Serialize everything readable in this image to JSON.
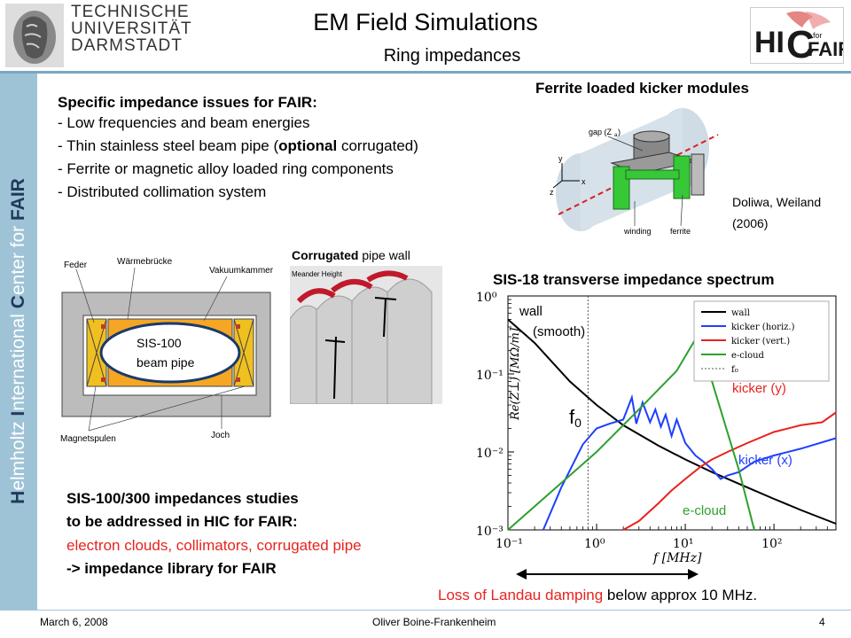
{
  "header": {
    "university": [
      "TECHNISCHE",
      "UNIVERSITÄT",
      "DARMSTADT"
    ],
    "title": "EM Field Simulations",
    "subtitle": "Ring impedances",
    "hic_logo": {
      "h": "HI",
      "c": "C",
      "for": "for",
      "fair": "FAIR"
    }
  },
  "sidebar": {
    "h": "H",
    "elmholtz": "elmholtz ",
    "i": "I",
    "nternational": "nternational ",
    "c": "C",
    "enter_for": "enter for ",
    "fair_logo": "FAIR"
  },
  "issues": {
    "heading": "Specific impedance issues for FAIR:",
    "items": [
      "- Low frequencies and beam energies",
      "- Thin stainless steel beam pipe (",
      "- Ferrite or magnetic alloy loaded ring components",
      "- Distributed collimation system"
    ],
    "item2_bold": "optional",
    "item2_tail": " corrugated)"
  },
  "kicker": {
    "heading": "Ferrite loaded kicker modules",
    "citation_1": "Doliwa, Weiland",
    "citation_2": "(2006)",
    "labels": {
      "gap": "gap (Z",
      "gap_sub": "a",
      "gap_close": ")",
      "winding": "winding",
      "ferrite": "ferrite",
      "x": "x",
      "y": "y",
      "z": "z"
    }
  },
  "pipe": {
    "labels": {
      "feder": "Feder",
      "waermebruecke": "Wärmebrücke",
      "vakuum": "Vakuumkammer",
      "magnetspulen": "Magnetspulen",
      "joch": "Joch"
    },
    "inner_1": "SIS-100",
    "inner_2": "beam pipe"
  },
  "corrugated": {
    "bold": "Corrugated",
    "rest": " pipe wall",
    "meander": "Meander Height"
  },
  "studies": {
    "line1": "SIS-100/300 impedances studies",
    "line2": "to be addressed in HIC for FAIR:",
    "line3": "electron clouds, collimators, corrugated pipe",
    "line4": "-> impedance library for FAIR"
  },
  "landau": {
    "red": "Loss of Landau damping",
    "rest": " below approx 10 MHz."
  },
  "footer": {
    "date": "March 6, 2008",
    "author": "Oliver Boine-Frankenheim",
    "page": "4"
  },
  "chart_data": {
    "type": "line",
    "title": "SIS-18 transverse impedance spectrum",
    "xlabel": "f [MHz]",
    "ylabel": "Re(Z⊥) [MΩ/m]",
    "xscale": "log",
    "yscale": "log",
    "xlim": [
      0.1,
      500
    ],
    "ylim": [
      0.001,
      1
    ],
    "x_ticks": [
      "10⁻¹",
      "10⁰",
      "10¹",
      "10²"
    ],
    "y_ticks": [
      "10⁰",
      "10⁻¹",
      "10⁻²",
      "10⁻³"
    ],
    "legend": [
      "wall",
      "kicker (horiz.)",
      "kicker (vert.)",
      "e-cloud",
      "f₀"
    ],
    "legend_placement": "top-right",
    "f0": 0.8,
    "annotations": {
      "wall": "wall",
      "wall_sub": "(smooth)",
      "f0": "f",
      "f0_sub": "0",
      "kicker_y": "kicker (y)",
      "kicker_x": "kicker (x)",
      "ecloud": "e-cloud"
    },
    "series": [
      {
        "name": "wall",
        "color": "#000000",
        "x": [
          0.1,
          0.2,
          0.5,
          1,
          2,
          5,
          10,
          20,
          50,
          100,
          200,
          500
        ],
        "y": [
          0.5,
          0.25,
          0.08,
          0.04,
          0.022,
          0.012,
          0.008,
          0.0055,
          0.0035,
          0.0025,
          0.0018,
          0.0012
        ]
      },
      {
        "name": "kicker (horiz.)",
        "color": "#1f3fff",
        "x": [
          0.25,
          0.4,
          0.7,
          1,
          1.4,
          2,
          2.5,
          2.8,
          3.3,
          4,
          4.6,
          5.3,
          6,
          7,
          8,
          10,
          13,
          16,
          20,
          25,
          30,
          40,
          60,
          100,
          200,
          500
        ],
        "y": [
          0.001,
          0.0035,
          0.0125,
          0.02,
          0.023,
          0.026,
          0.05,
          0.023,
          0.043,
          0.024,
          0.035,
          0.021,
          0.03,
          0.016,
          0.026,
          0.013,
          0.009,
          0.0075,
          0.006,
          0.0045,
          0.005,
          0.0055,
          0.0075,
          0.009,
          0.011,
          0.015
        ]
      },
      {
        "name": "kicker (vert.)",
        "color": "#e8231e",
        "x": [
          2,
          3,
          5,
          7,
          10,
          15,
          20,
          30,
          50,
          100,
          200,
          350,
          500
        ],
        "y": [
          0.001,
          0.0013,
          0.0022,
          0.0032,
          0.0045,
          0.0065,
          0.008,
          0.01,
          0.013,
          0.018,
          0.022,
          0.024,
          0.032
        ]
      },
      {
        "name": "e-cloud",
        "color": "#2ca02c",
        "x": [
          0.1,
          0.3,
          1,
          3,
          8,
          13,
          20,
          40,
          60
        ],
        "y": [
          0.001,
          0.003,
          0.01,
          0.035,
          0.11,
          0.28,
          0.08,
          0.006,
          0.001
        ]
      }
    ]
  }
}
